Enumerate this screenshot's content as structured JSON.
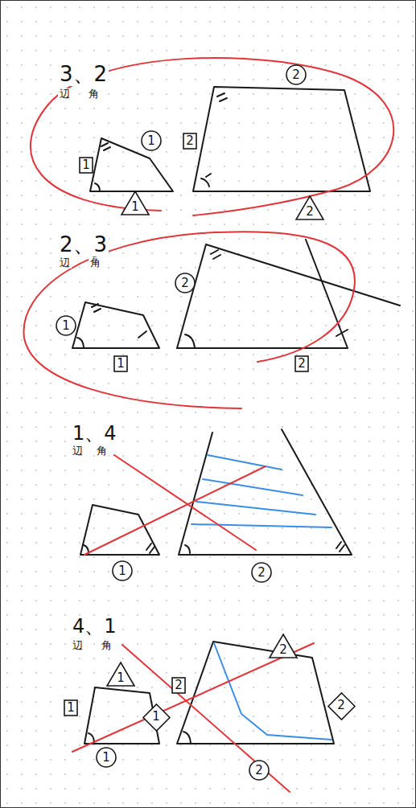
{
  "diagram": {
    "nodes": [
      {
        "text": [
          "1"
        ]
      },
      {
        "text": [
          "1"
        ]
      },
      {
        "text": [
          "1"
        ]
      },
      {
        "text": [
          "2"
        ]
      },
      {
        "text": [
          "2"
        ]
      },
      {
        "text": [
          "2"
        ]
      },
      {
        "text": [
          "1"
        ]
      },
      {
        "text": [
          "1"
        ]
      },
      {
        "text": [
          "2"
        ]
      },
      {
        "text": [
          "2"
        ]
      },
      {
        "text": [
          "1"
        ]
      },
      {
        "text": [
          "2"
        ]
      },
      {
        "text": [
          "1"
        ]
      },
      {
        "text": [
          "1"
        ]
      },
      {
        "text": [
          "1"
        ]
      },
      {
        "text": [
          "1"
        ]
      },
      {
        "text": [
          "2"
        ]
      },
      {
        "text": [
          "2"
        ]
      },
      {
        "text": [
          "2"
        ]
      },
      {
        "text": [
          "2"
        ]
      }
    ],
    "labels": [
      "3、2",
      "辺",
      "角",
      "2、3",
      "辺",
      "角",
      "1、4",
      "辺",
      "角",
      "4、1",
      "辺",
      "角"
    ]
  }
}
